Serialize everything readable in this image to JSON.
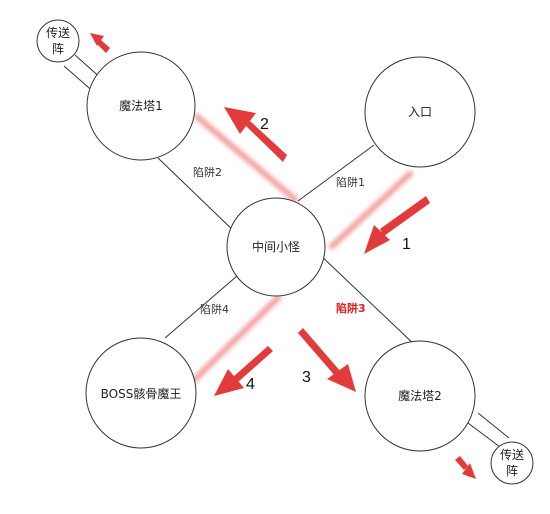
{
  "nodes": {
    "tower1": "魔法塔1",
    "entrance": "入口",
    "center": "中间小怪",
    "boss": "BOSS骸骨魔王",
    "tower2": "魔法塔2",
    "teleport1_line1": "传送",
    "teleport1_line2": "阵",
    "teleport2_line1": "传送",
    "teleport2_line2": "阵"
  },
  "edges": {
    "trap1": "陷阱1",
    "trap2": "陷阱2",
    "trap3": "陷阱3",
    "trap4": "陷阱4"
  },
  "steps": {
    "s1": "1",
    "s2": "2",
    "s3": "3",
    "s4": "4"
  },
  "colors": {
    "arrow": "#e33b3b",
    "highlight": "#f3a0a0",
    "line": "#333333",
    "trap3_text": "#e02020"
  }
}
